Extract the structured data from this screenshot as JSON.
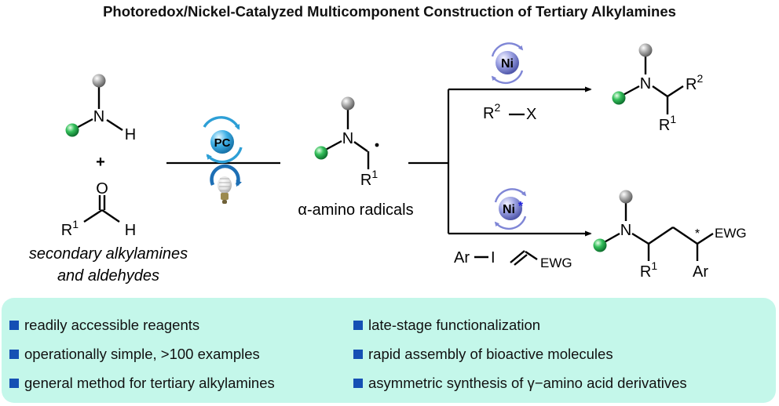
{
  "title": "Photoredox/Nickel-Catalyzed Multicomponent Construction of Tertiary Alkylamines",
  "labels": {
    "n": "N",
    "h": "H",
    "plus": "+",
    "o": "O",
    "r": "R",
    "one": "1",
    "two": "2",
    "x": "X",
    "ar": "Ar",
    "i": "I",
    "ewg": "EWG",
    "star": "*",
    "pc": "PC",
    "ni": "Ni",
    "alpha_amino": "α-amino radicals",
    "reactants_1": "secondary alkylamines",
    "reactants_2": "and aldehydes"
  },
  "colors": {
    "green_sphere": "#1fa34a",
    "gray_sphere": "#9a9a9a",
    "pc_sphere": "#2ea0d8",
    "pc_arrow": "#2d9fd6",
    "ni_sphere": "#7f86d6",
    "ni_ring": "#7f86d6",
    "lamp_ring": "#1d6fb5",
    "panel": "#c4f7ea",
    "bullet": "#1550b4",
    "star_blue": "#2222dd"
  },
  "icons": [
    "lightbulb-icon",
    "catalytic-cycle-icon"
  ],
  "features": {
    "left": [
      "readily accessible reagents",
      "operationally simple, >100 examples",
      "general method for tertiary alkylamines"
    ],
    "right": [
      "late-stage functionalization",
      "rapid assembly of bioactive molecules",
      "asymmetric synthesis of γ−amino acid derivatives"
    ]
  }
}
